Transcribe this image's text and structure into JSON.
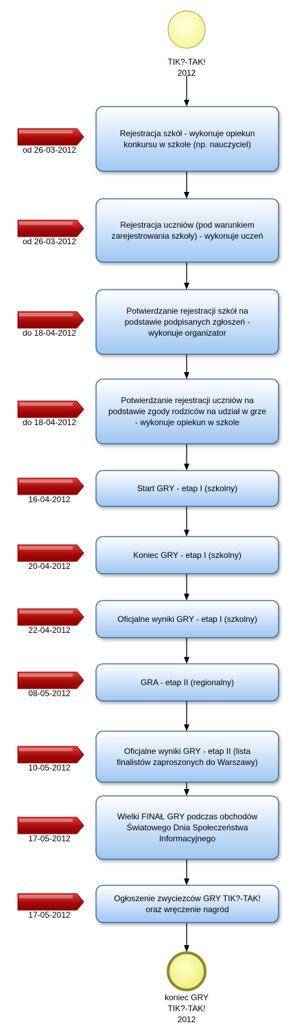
{
  "start": {
    "lines": [
      "TIK?-TAK!",
      "2012"
    ]
  },
  "end": {
    "lines": [
      "koniec GRY",
      "TIK?-TAK!",
      "2012"
    ]
  },
  "steps": [
    {
      "lines": [
        "Rejestracja szkół - wykonuje opiekun",
        "konkursu w szkole (np. nauczyciel)"
      ],
      "date": "od 26-03-2012"
    },
    {
      "lines": [
        "Rejestracja uczniów (pod warunkiem",
        "zarejestrowania szkoły) - wykonuje uczeń"
      ],
      "date": "od 26-03-2012"
    },
    {
      "lines": [
        "Potwierdzanie rejestracji szkół na",
        "podstawie podpisanych zgłoszeń -",
        "wykonuje organizator"
      ],
      "date": "do 18-04-2012"
    },
    {
      "lines": [
        "Potwierdzanie rejestracji uczniów na",
        "podstawie zgody rodziców na udział w grze",
        "- wykonuje opiekun w szkole"
      ],
      "date": "do 18-04-2012"
    },
    {
      "lines": [
        "Start GRY - etap I (szkolny)"
      ],
      "date": "16-04-2012"
    },
    {
      "lines": [
        "Koniec GRY - etap I (szkolny)"
      ],
      "date": "20-04-2012"
    },
    {
      "lines": [
        "Oficjalne wyniki GRY - etap I (szkolny)"
      ],
      "date": "22-04-2012"
    },
    {
      "lines": [
        "GRA - etap II (regionalny)"
      ],
      "date": "08-05-2012"
    },
    {
      "lines": [
        "Oficjalne wyniki GRY - etap II (lista",
        "finalistów zaproszonych do Warszawy)"
      ],
      "date": "10-05-2012"
    },
    {
      "lines": [
        "Wielki FINAŁ GRY podczas obchodów",
        "Światowego Dnia Społeczeństwa",
        "Informacyjnego"
      ],
      "date": "17-05-2012"
    },
    {
      "lines": [
        "Ogłoszenie zwyciezców GRY TIK?-TAK!",
        "oraz wręczenie nagród"
      ],
      "date": "17-05-2012"
    }
  ],
  "colors": {
    "box_fill_top": "#ffffff",
    "box_fill_bottom": "#9fc6f1",
    "box_border": "#2b5d99",
    "marker_dark": "#8b0000",
    "marker_light": "#e0423c",
    "start_fill": "#f5f59a",
    "start_border": "#a0a050",
    "end_fill": "#eded7a",
    "end_border": "#8a8a2a",
    "connector": "#000000"
  }
}
